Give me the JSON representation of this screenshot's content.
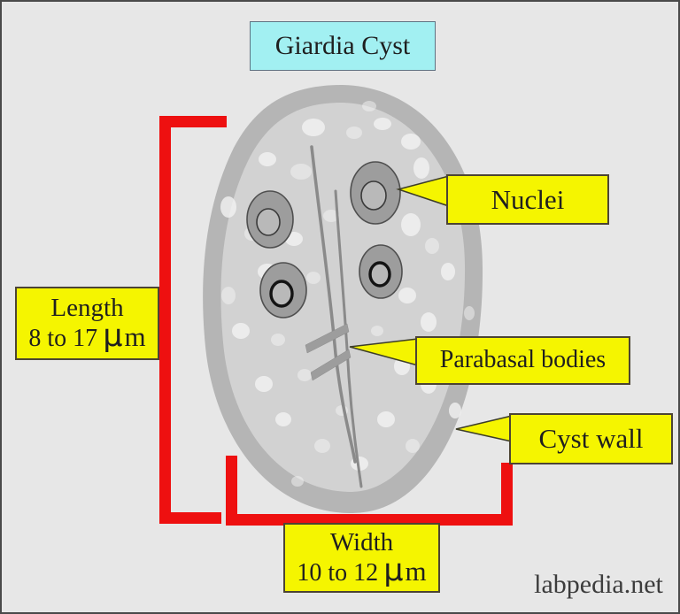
{
  "title": "Giardia Cyst",
  "watermark": "labpedia.net",
  "labels": {
    "length": {
      "name": "Length",
      "range": "8 to 17",
      "mu": "μ",
      "unit": "m"
    },
    "width": {
      "name": "Width",
      "range": "10 to 12",
      "mu": "μ",
      "unit": "m"
    },
    "nuclei": "Nuclei",
    "parabasal_bodies": "Parabasal bodies",
    "cyst_wall": "Cyst wall"
  },
  "diagram": {
    "subject": "Giardia cyst",
    "parts": [
      "cyst wall",
      "nuclei",
      "axonemes",
      "parabasal bodies"
    ],
    "nuclei_count": 4
  },
  "colors": {
    "background": "#e7e7e7",
    "frame-border": "#4a4a4a",
    "red": "#ee1010",
    "label-yellow": "#f5f500",
    "label-border": "#4c4433",
    "title-cyan": "#a2f0f2",
    "title-border": "#5f7282",
    "wall-gray": "#b5b5b5",
    "body-gray": "#d2d2d2",
    "nucleus-gray": "#9d9d9d",
    "nucleus-inner": "#b9b9b9",
    "outline-gray": "#4f4f4f",
    "line-gray": "#8a8a8a",
    "text-dark": "#1f1f1f",
    "watermark-color": "#3c3c3c"
  }
}
